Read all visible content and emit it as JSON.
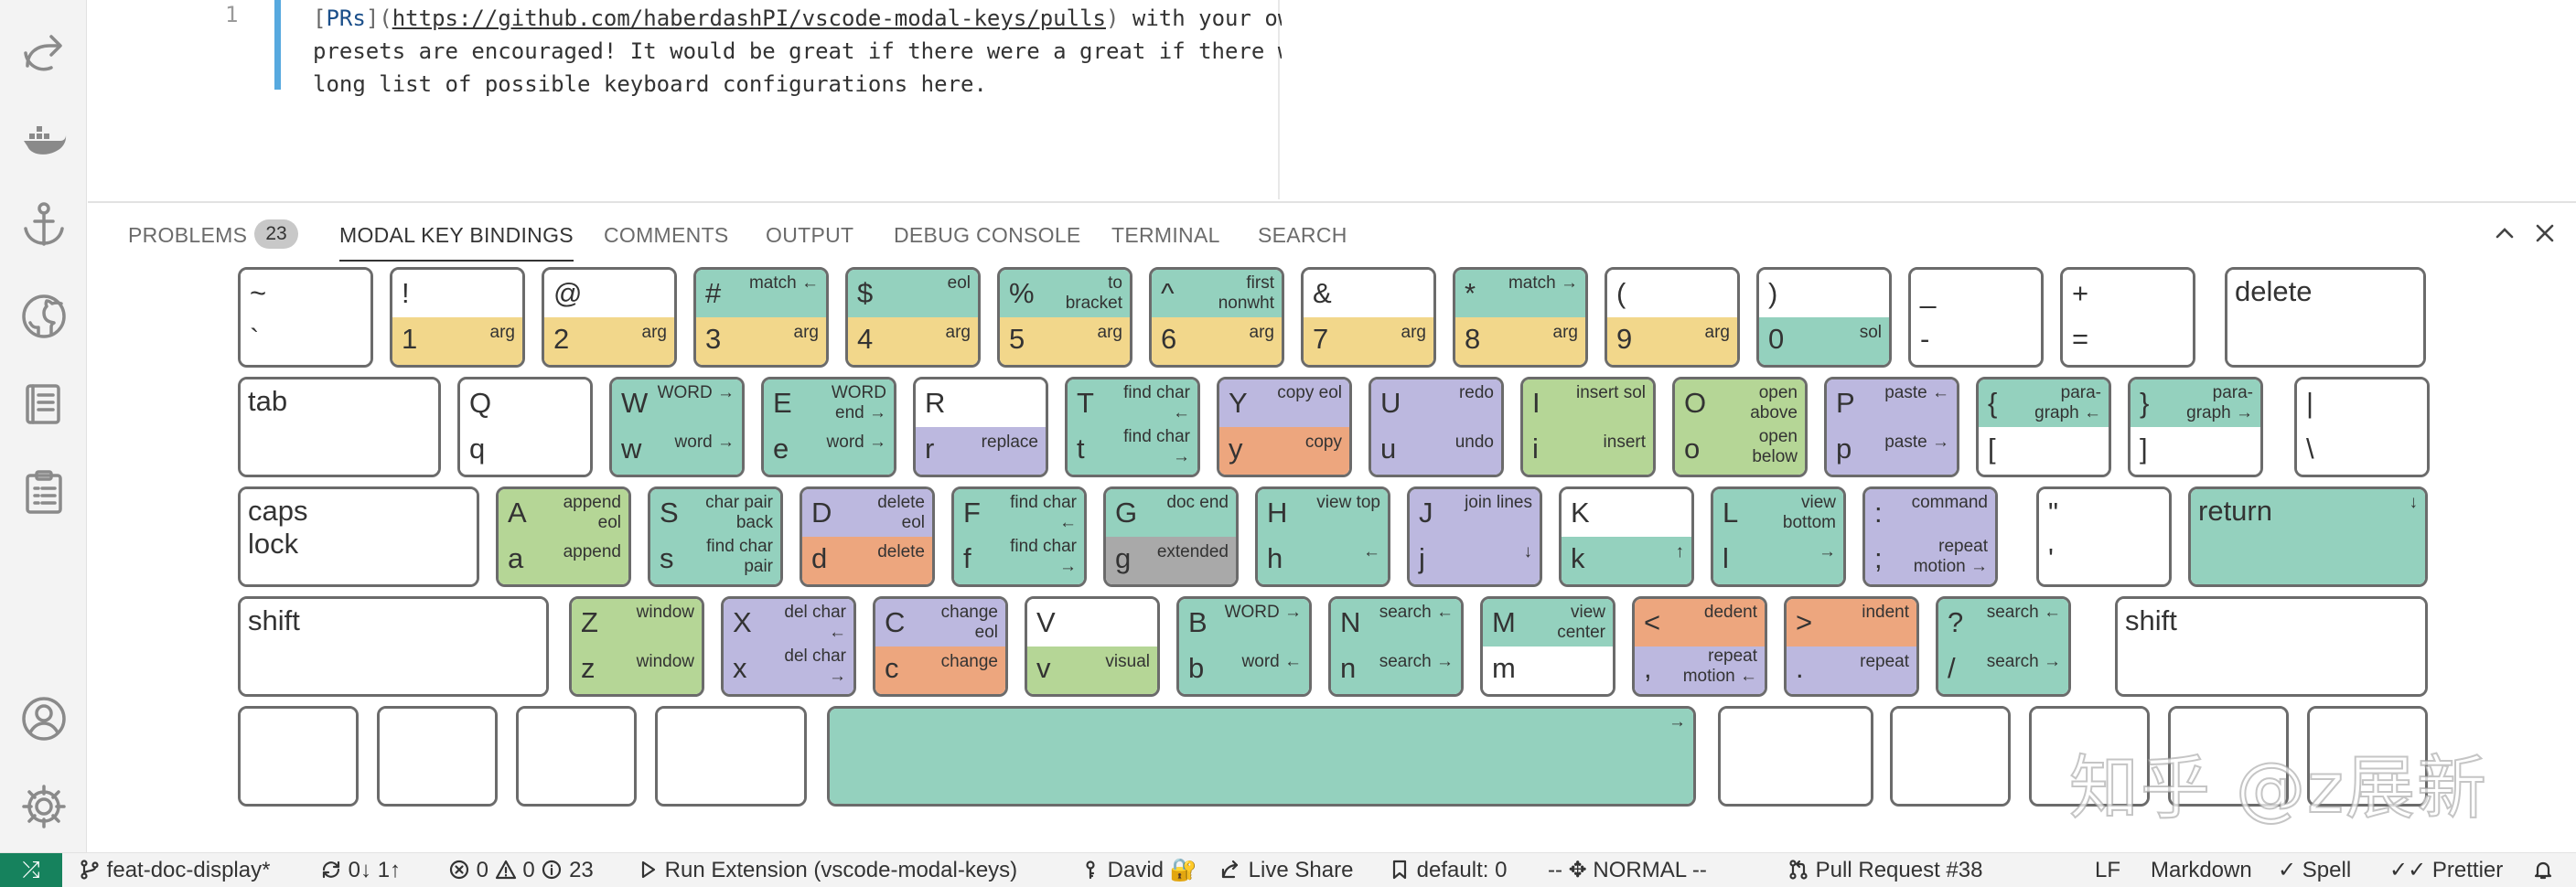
{
  "editor": {
    "line_number": "1",
    "line1": {
      "prs": "PRs",
      "url": "https://github.com/haberdashPI/vscode-modal-keys/pulls",
      "rest": " with your own"
    },
    "line2": "presets are encouraged! It would be great if there were a great if there were a",
    "line3": "long list of possible keyboard configurations here."
  },
  "activity_bar": {
    "items": [
      {
        "icon": "share-arrow-icon"
      },
      {
        "icon": "docker-whale-icon"
      },
      {
        "icon": "anchor-icon"
      },
      {
        "icon": "github-icon"
      },
      {
        "icon": "book-icon"
      },
      {
        "icon": "clipboard-icon"
      }
    ],
    "account_icon": "account-icon",
    "settings_icon": "gear-icon"
  },
  "panel": {
    "tabs": [
      {
        "label": "PROBLEMS",
        "badge": "23"
      },
      {
        "label": "MODAL KEY BINDINGS",
        "active": true
      },
      {
        "label": "COMMENTS"
      },
      {
        "label": "OUTPUT"
      },
      {
        "label": "DEBUG CONSOLE"
      },
      {
        "label": "TERMINAL"
      },
      {
        "label": "SEARCH"
      }
    ],
    "maximize_icon": "chevron-up-icon",
    "close_icon": "close-icon"
  },
  "keyboard": {
    "colors": {
      "white": "#ffffff",
      "yellow": "#f2d78b",
      "teal": "#94d1be",
      "purple": "#bcb8df",
      "lime": "#b5d696",
      "orange": "#eda67e",
      "gray": "#a9a9a9"
    },
    "rows": [
      [
        {
          "shift": "~",
          "base": "`",
          "top": "w",
          "bottom": "w"
        },
        {
          "shift": "!",
          "base": "1",
          "top": "w",
          "bottom": "y",
          "bottom_label": "arg"
        },
        {
          "shift": "@",
          "base": "2",
          "top": "w",
          "bottom": "y",
          "bottom_label": "arg"
        },
        {
          "shift": "#",
          "base": "3",
          "top": "g",
          "bottom": "y",
          "top_label": "match ←",
          "bottom_label": "arg"
        },
        {
          "shift": "$",
          "base": "4",
          "top": "g",
          "bottom": "y",
          "top_label": "eol",
          "bottom_label": "arg"
        },
        {
          "shift": "%",
          "base": "5",
          "top": "g",
          "bottom": "y",
          "top_label": "to\nbracket",
          "bottom_label": "arg"
        },
        {
          "shift": "^",
          "base": "6",
          "top": "g",
          "bottom": "y",
          "top_label": "first\nnonwht",
          "bottom_label": "arg"
        },
        {
          "shift": "&",
          "base": "7",
          "top": "w",
          "bottom": "y",
          "bottom_label": "arg"
        },
        {
          "shift": "*",
          "base": "8",
          "top": "g",
          "bottom": "y",
          "top_label": "match →",
          "bottom_label": "arg"
        },
        {
          "shift": "(",
          "base": "9",
          "top": "w",
          "bottom": "y",
          "bottom_label": "arg"
        },
        {
          "shift": ")",
          "base": "0",
          "top": "w",
          "bottom": "g",
          "bottom_label": "sol"
        },
        {
          "shift": "_",
          "base": "-",
          "top": "w",
          "bottom": "w"
        },
        {
          "shift": "+",
          "base": "=",
          "top": "w",
          "bottom": "w"
        },
        {
          "word": "delete",
          "top": "w",
          "bottom": "w"
        }
      ],
      [
        {
          "word": "tab",
          "top": "w",
          "bottom": "w"
        },
        {
          "shift": "Q",
          "base": "q",
          "top": "w",
          "bottom": "w"
        },
        {
          "shift": "W",
          "base": "w",
          "top": "g",
          "bottom": "g",
          "top_label": "WORD →",
          "bottom_label": "word →"
        },
        {
          "shift": "E",
          "base": "e",
          "top": "g",
          "bottom": "g",
          "top_label": "WORD\nend →",
          "bottom_label": "word →"
        },
        {
          "shift": "R",
          "base": "r",
          "top": "w",
          "bottom": "p",
          "bottom_label": "replace"
        },
        {
          "shift": "T",
          "base": "t",
          "top": "g",
          "bottom": "g",
          "top_label": "find char\n←",
          "bottom_label": "find char\n→"
        },
        {
          "shift": "Y",
          "base": "y",
          "top": "p",
          "bottom": "o",
          "top_label": "copy eol",
          "bottom_label": "copy"
        },
        {
          "shift": "U",
          "base": "u",
          "top": "p",
          "bottom": "p",
          "top_label": "redo",
          "bottom_label": "undo"
        },
        {
          "shift": "I",
          "base": "i",
          "top": "l",
          "bottom": "l",
          "top_label": "insert sol",
          "bottom_label": "insert"
        },
        {
          "shift": "O",
          "base": "o",
          "top": "l",
          "bottom": "l",
          "top_label": "open\nabove",
          "bottom_label": "open\nbelow"
        },
        {
          "shift": "P",
          "base": "p",
          "top": "p",
          "bottom": "p",
          "top_label": "paste ←",
          "bottom_label": "paste →"
        },
        {
          "shift": "{",
          "base": "[",
          "top": "g",
          "bottom": "w",
          "top_label": "para-\ngraph ←"
        },
        {
          "shift": "}",
          "base": "]",
          "top": "g",
          "bottom": "w",
          "top_label": "para-\ngraph →"
        },
        {
          "shift": "|",
          "base": "\\",
          "top": "w",
          "bottom": "w"
        }
      ],
      [
        {
          "word": "caps\nlock",
          "top": "w",
          "bottom": "w"
        },
        {
          "shift": "A",
          "base": "a",
          "top": "l",
          "bottom": "l",
          "top_label": "append\neol",
          "bottom_label": "append"
        },
        {
          "shift": "S",
          "base": "s",
          "top": "g",
          "bottom": "g",
          "top_label": "char pair\nback",
          "bottom_label": "find char\npair"
        },
        {
          "shift": "D",
          "base": "d",
          "top": "p",
          "bottom": "o",
          "top_label": "delete\neol",
          "bottom_label": "delete"
        },
        {
          "shift": "F",
          "base": "f",
          "top": "g",
          "bottom": "g",
          "top_label": "find char\n←",
          "bottom_label": "find char\n→"
        },
        {
          "shift": "G",
          "base": "g",
          "top": "g",
          "bottom": "s",
          "top_label": "doc end",
          "bottom_label": "extended"
        },
        {
          "shift": "H",
          "base": "h",
          "top": "g",
          "bottom": "g",
          "top_label": "view top",
          "bottom_label": "←"
        },
        {
          "shift": "J",
          "base": "j",
          "top": "p",
          "bottom": "p",
          "top_label": "join lines",
          "bottom_label": "↓"
        },
        {
          "shift": "K",
          "base": "k",
          "top": "w",
          "bottom": "g",
          "bottom_label": "↑"
        },
        {
          "shift": "L",
          "base": "l",
          "top": "g",
          "bottom": "g",
          "top_label": "view\nbottom",
          "bottom_label": "→"
        },
        {
          "shift": ":",
          "base": ";",
          "top": "p",
          "bottom": "p",
          "top_label": "command",
          "bottom_label": "repeat\nmotion →"
        },
        {
          "shift": "\"",
          "base": "'",
          "top": "w",
          "bottom": "w"
        },
        {
          "word": "return",
          "top": "g",
          "bottom": "g",
          "top_label": "↓"
        }
      ],
      [
        {
          "word": "shift",
          "top": "w",
          "bottom": "w"
        },
        {
          "shift": "Z",
          "base": "z",
          "top": "l",
          "bottom": "l",
          "top_label": "window",
          "bottom_label": "window"
        },
        {
          "shift": "X",
          "base": "x",
          "top": "p",
          "bottom": "p",
          "top_label": "del char\n←",
          "bottom_label": "del char\n→"
        },
        {
          "shift": "C",
          "base": "c",
          "top": "p",
          "bottom": "o",
          "top_label": "change\neol",
          "bottom_label": "change"
        },
        {
          "shift": "V",
          "base": "v",
          "top": "w",
          "bottom": "l",
          "bottom_label": "visual"
        },
        {
          "shift": "B",
          "base": "b",
          "top": "g",
          "bottom": "g",
          "top_label": "WORD →",
          "bottom_label": "word ←"
        },
        {
          "shift": "N",
          "base": "n",
          "top": "g",
          "bottom": "g",
          "top_label": "search ←",
          "bottom_label": "search →"
        },
        {
          "shift": "M",
          "base": "m",
          "top": "g",
          "bottom": "w",
          "top_label": "view\ncenter"
        },
        {
          "shift": "<",
          "base": ",",
          "top": "o",
          "bottom": "p",
          "top_label": "dedent",
          "bottom_label": "repeat\nmotion ←"
        },
        {
          "shift": ">",
          "base": ".",
          "top": "o",
          "bottom": "p",
          "top_label": "indent",
          "bottom_label": "repeat"
        },
        {
          "shift": "?",
          "base": "/",
          "top": "g",
          "bottom": "g",
          "top_label": "search ←",
          "bottom_label": "search →"
        },
        {
          "word": "shift",
          "top": "w",
          "bottom": "w"
        }
      ],
      [
        {
          "top": "w",
          "bottom": "w"
        },
        {
          "top": "w",
          "bottom": "w"
        },
        {
          "top": "w",
          "bottom": "w"
        },
        {
          "top": "w",
          "bottom": "w"
        },
        {
          "top": "g",
          "bottom": "g",
          "top_label": "→"
        },
        {
          "top": "w",
          "bottom": "w"
        },
        {
          "top": "w",
          "bottom": "w"
        },
        {
          "top": "w",
          "bottom": "w"
        },
        {
          "top": "w",
          "bottom": "w"
        },
        {
          "top": "w",
          "bottom": "w"
        }
      ]
    ]
  },
  "status_bar": {
    "remote_icon": "remote-icon",
    "branch": "feat-doc-display*",
    "sync": "0↓ 1↑",
    "errors": "0",
    "warnings": "0",
    "infos": "23",
    "run": "Run Extension (vscode-modal-keys)",
    "user": "David 🔐",
    "live_share": "Live Share",
    "bookmark": "default: 0",
    "mode": "-- ✥ NORMAL --",
    "pull_request": "Pull Request #38",
    "eol": "LF",
    "language": "Markdown",
    "spell": "Spell",
    "prettier": "Prettier",
    "bell_icon": "bell-icon"
  },
  "watermark": "知乎 @z展新"
}
